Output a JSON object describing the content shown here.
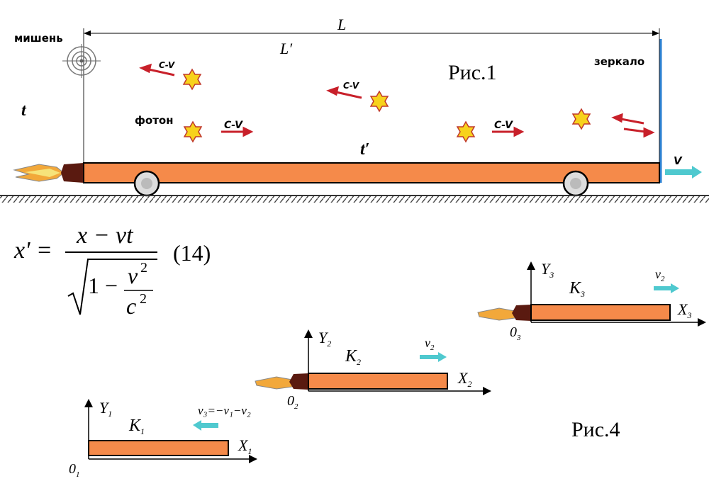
{
  "fig1": {
    "label_L": "L",
    "label_Lprime": "L′",
    "label_target": "мишень",
    "label_mirror": "зеркало",
    "label_photon": "фотон",
    "label_t": "t",
    "label_tprime": "t′",
    "label_v": "V",
    "label_cv": "C-V",
    "caption": "Рис.1"
  },
  "formula": {
    "lhs": "x' =",
    "numerator": "x − vt",
    "radical_one": "1 −",
    "frac_num": "v",
    "frac_den": "c",
    "exp": "2",
    "number": "(14)"
  },
  "fig4": {
    "caption": "Рис.4",
    "frames": [
      {
        "K": "K",
        "sub": "1",
        "Y": "Y",
        "X": "X",
        "O": "0",
        "v_label": "v₃=−v₁−v₂"
      },
      {
        "K": "K",
        "sub": "2",
        "Y": "Y",
        "X": "X",
        "O": "0",
        "v_label": "v",
        "v_sub": "2"
      },
      {
        "K": "K",
        "sub": "3",
        "Y": "Y",
        "X": "X",
        "O": "0",
        "v_label": "v",
        "v_sub": "2"
      }
    ]
  },
  "colors": {
    "platform": "#f58a4a",
    "arrow_red": "#c8202a",
    "arrow_cyan": "#4fc9cf",
    "star": "#f7d21c",
    "mirror": "#2a7fd0"
  }
}
